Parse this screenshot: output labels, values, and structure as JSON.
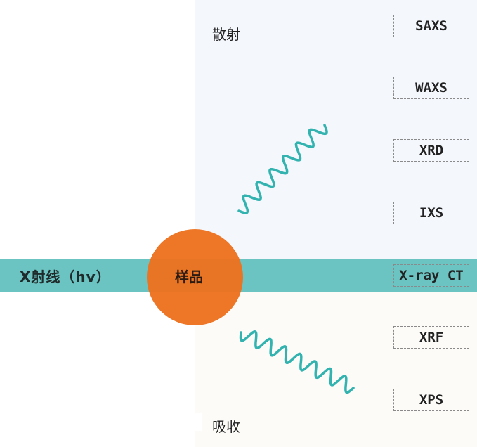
{
  "beam": {
    "label": "X射线（hv）"
  },
  "sample": {
    "label": "样品"
  },
  "sections": {
    "top": "散射",
    "bottom": "吸收"
  },
  "techniques": [
    "SAXS",
    "WAXS",
    "XRD",
    "IXS",
    "X-ray CT",
    "XRF",
    "XPS"
  ],
  "colors": {
    "beam": "#6bc4c2",
    "sample": "#ec7320",
    "wave": "#33b3b0",
    "scatter_panel": "#f4f7fc",
    "absorb_panel": "#fcfbf8"
  }
}
